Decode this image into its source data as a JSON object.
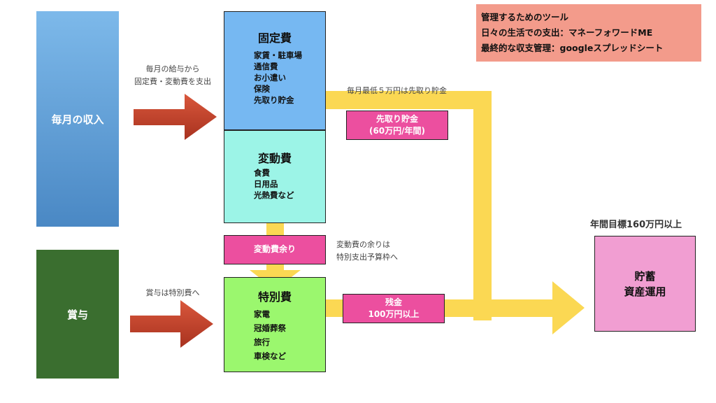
{
  "income": {
    "label": "毎月の収入"
  },
  "bonus": {
    "label": "賞与"
  },
  "salary_note": [
    "毎月の給与から",
    "固定費・変動費を支出"
  ],
  "bonus_note": "賞与は特別費へ",
  "fixed_costs": {
    "title": "固定費",
    "items": [
      "家賃・駐車場",
      "通信費",
      "お小遣い",
      "保険",
      "先取り貯金"
    ]
  },
  "variable_costs": {
    "title": "変動費",
    "items": [
      "食費",
      "日用品",
      "光熱費など"
    ]
  },
  "special_costs": {
    "title": "特別費",
    "items": [
      "家電",
      "冠婚葬祭",
      "旅行",
      "車検など"
    ]
  },
  "leftover_tag": "変動費余り",
  "leftover_note": [
    "変動費の余りは",
    "特別支出予算枠へ"
  ],
  "saving_note": "毎月最低５万円は先取り貯金",
  "saving_tag": [
    "先取り貯金",
    "(60万円/年間)"
  ],
  "remainder_tag": [
    "残金",
    "100万円以上"
  ],
  "goal": {
    "title": "年間目標160万円以上",
    "lines": [
      "貯蓄",
      "資産運用"
    ]
  },
  "tools": {
    "lines": [
      "管理するためのツール",
      "日々の生活での支出：マネーフォワードME",
      "最終的な収支管理：googleスプレッドシート"
    ]
  },
  "colors": {
    "arrow_red": "#c8432b",
    "flow_yellow": "#fbd853",
    "tag_pink": "#ec4f9f",
    "fixed_blue": "#76b8f2",
    "variable_aqua": "#9cf4e7",
    "special_green": "#9bf76e",
    "bonus_green": "#3a6e2f",
    "goal_pink": "#f19ed2",
    "tools_salmon": "#f39b8b"
  }
}
